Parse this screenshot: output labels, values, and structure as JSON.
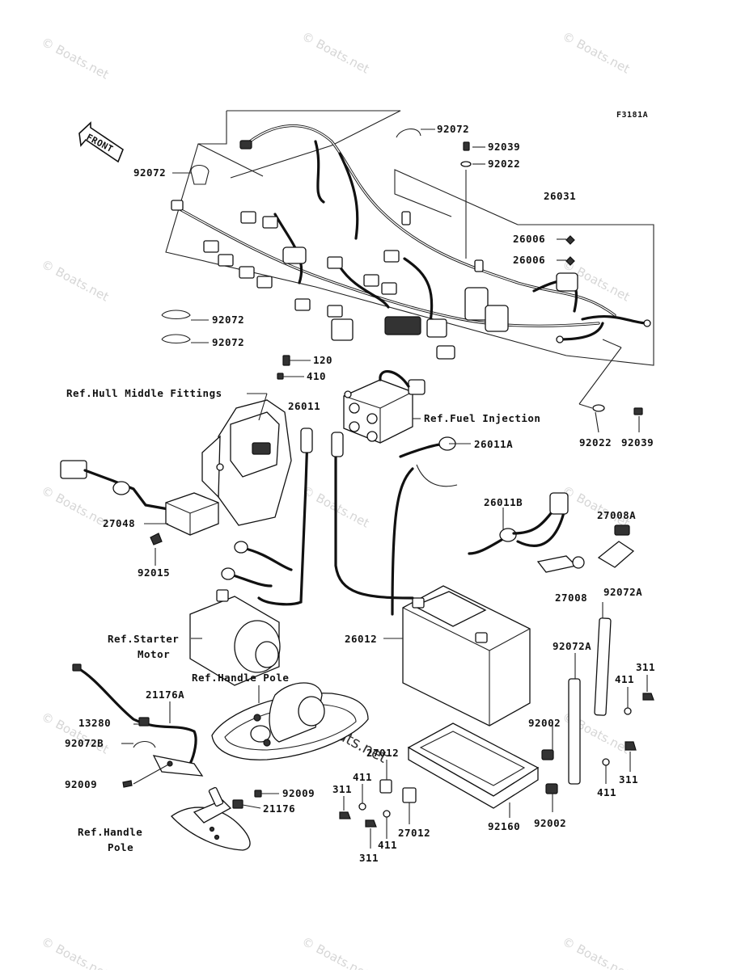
{
  "diagram_code": "F3181A",
  "front_label": "FRONT",
  "watermark": "© Boats.net",
  "labels": {
    "p92072_top": "92072",
    "p92072_left": "92072",
    "p92039_top": "92039",
    "p92022_top": "92022",
    "p26031": "26031",
    "p26006_a": "26006",
    "p26006_b": "26006",
    "p92072_mid1": "92072",
    "p92072_mid2": "92072",
    "p120": "120",
    "p410": "410",
    "ref_hull": "Ref.Hull Middle Fittings",
    "p26011": "26011",
    "ref_fuel": "Ref.Fuel Injection",
    "p26011A": "26011A",
    "p92022_right": "92022",
    "p92039_right": "92039",
    "p27048": "27048",
    "p26011B": "26011B",
    "p27008A": "27008A",
    "p92015": "92015",
    "p27008": "27008",
    "p92072A_top": "92072A",
    "ref_starter_1": "Ref.Starter",
    "ref_starter_2": "Motor",
    "p26012": "26012",
    "p92072A_mid": "92072A",
    "p311_r": "311",
    "ref_handle_top": "Ref.Handle Pole",
    "p21176A": "21176A",
    "p411_r": "411",
    "p13280": "13280",
    "p92072B": "92072B",
    "p92002_a": "92002",
    "p27012_a": "27012",
    "p92009_l": "92009",
    "p311_a": "311",
    "p411_a": "411",
    "p311_rb": "311",
    "p411_rb": "411",
    "p92009_r": "92009",
    "p21176": "21176",
    "p27012_b": "27012",
    "p92160": "92160",
    "p92002_b": "92002",
    "ref_handle_bot_1": "Ref.Handle",
    "ref_handle_bot_2": "Pole",
    "p411_b": "411",
    "p311_b": "311"
  }
}
